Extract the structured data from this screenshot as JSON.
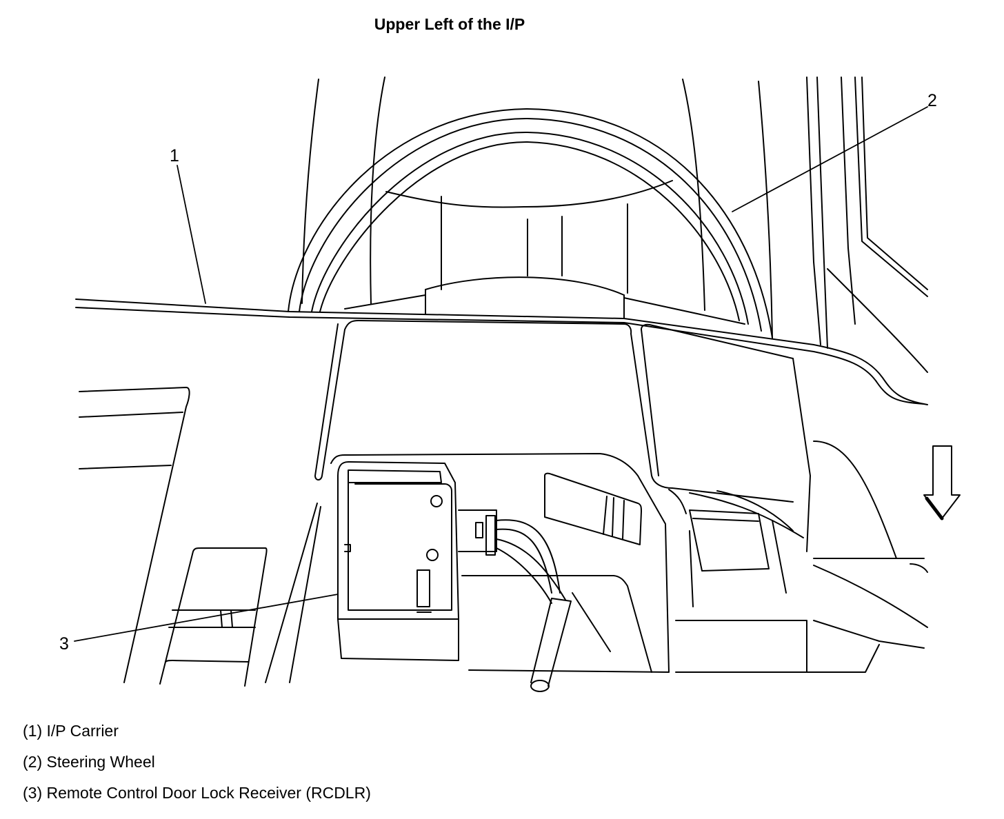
{
  "title": "Upper Left of the I/P",
  "callouts": [
    {
      "num": "1"
    },
    {
      "num": "2"
    },
    {
      "num": "3"
    }
  ],
  "legend": [
    "(1) I/P Carrier",
    "(2) Steering Wheel",
    "(3) Remote Control Door Lock Receiver (RCDLR)"
  ],
  "colors": {
    "line": "#000000",
    "background": "#ffffff"
  }
}
